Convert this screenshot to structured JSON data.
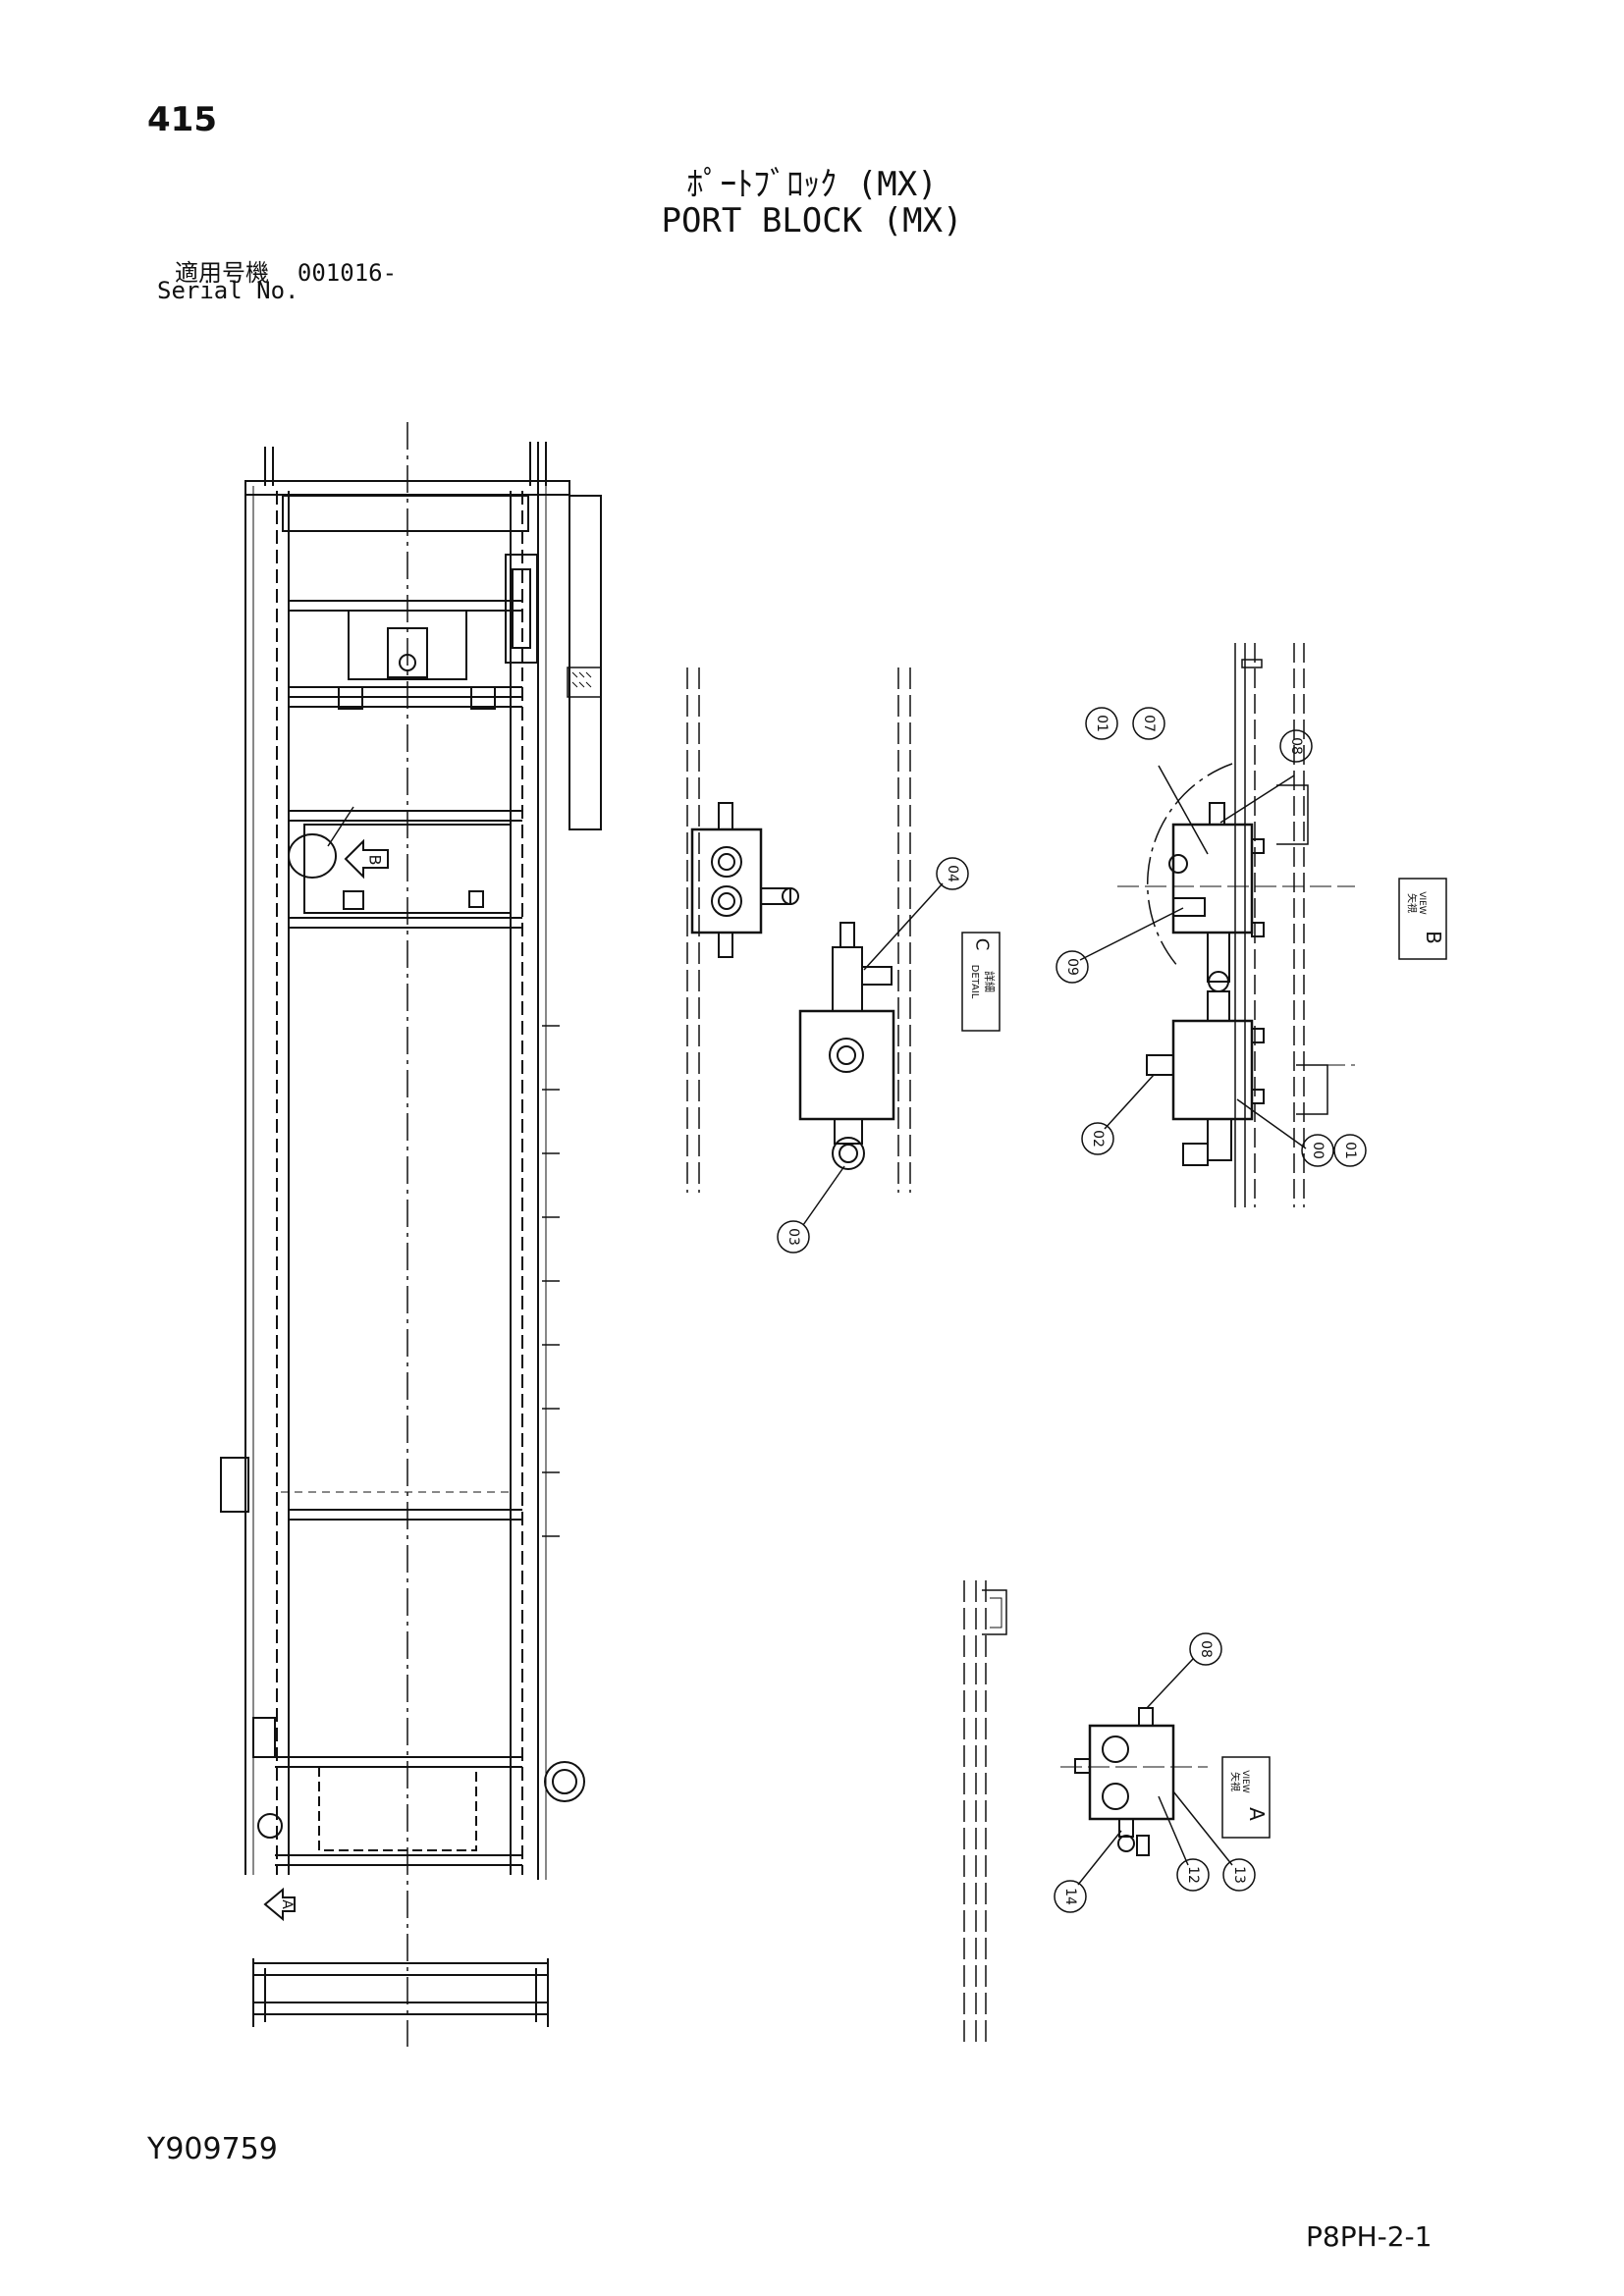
{
  "page": {
    "number": "415",
    "title_jp": "ﾎﾟｰﾄﾌﾞﾛｯｸ (MX)",
    "title_en": "PORT BLOCK (MX)",
    "serial_label_jp": "適用号機",
    "serial_value": "001016-",
    "serial_label_en": "Serial No.",
    "doc_code": "Y909759",
    "page_code": "P8PH-2-1"
  },
  "drawing": {
    "view_markers": {
      "view_a_arrow": "A",
      "view_b_arrow": "B"
    },
    "detail_label": {
      "jp": "詳細",
      "en": "DETAIL",
      "letter": "C"
    },
    "view_b_label": {
      "jp": "矢視",
      "en": "VIEW",
      "letter": "B"
    },
    "view_a_label": {
      "jp": "矢視",
      "en": "VIEW",
      "letter": "A"
    },
    "callouts_detail_c": [
      "04",
      "03"
    ],
    "callouts_view_b": [
      "01",
      "07",
      "08",
      "09",
      "02",
      "00",
      "01"
    ],
    "callouts_view_a": [
      "08",
      "14",
      "12",
      "13"
    ]
  }
}
